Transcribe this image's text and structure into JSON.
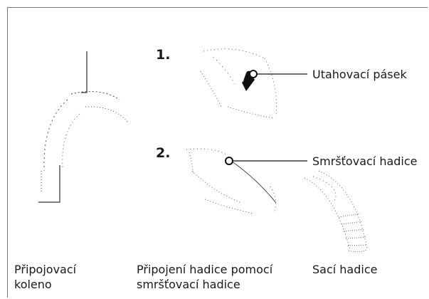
{
  "diagram": {
    "steps": [
      "1.",
      "2."
    ],
    "callouts": {
      "strap": "Utahovací pásek",
      "shrink_hose": "Smršťovací hadice"
    },
    "captions": {
      "elbow_line1": "Připojovací",
      "elbow_line2": "koleno",
      "connection_line1": "Připojení hadice pomocí",
      "connection_line2": "smršťovací hadice",
      "suction_hose": "Sací hadice"
    },
    "colors": {
      "frame": "#7a7a7a",
      "ink": "#1a1a1a",
      "sketch": "#555555"
    }
  }
}
